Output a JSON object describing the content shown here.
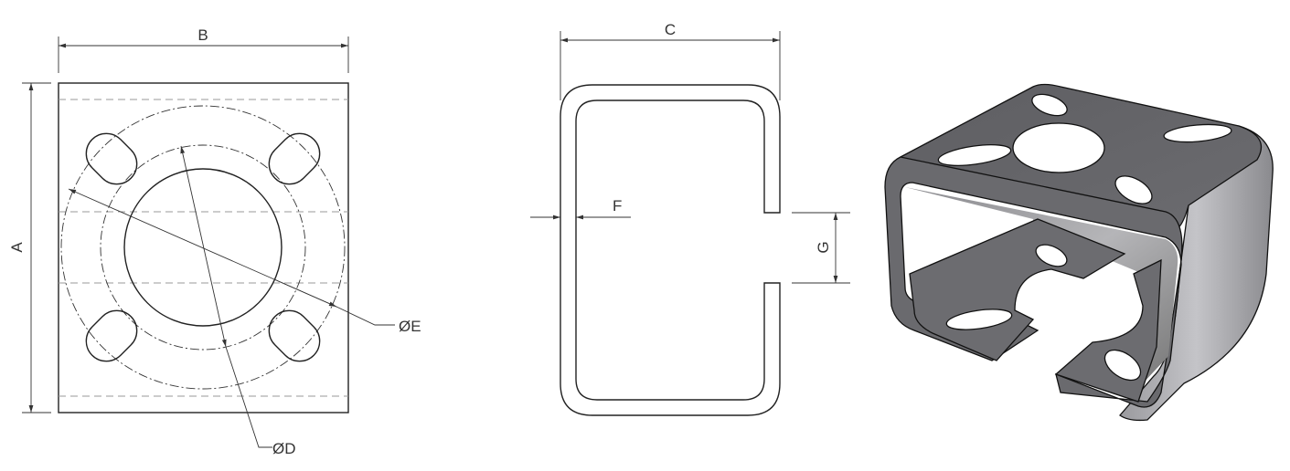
{
  "labels": {
    "A": "A",
    "B": "B",
    "C": "C",
    "D": "ØD",
    "E": "ØE",
    "F": "F",
    "G": "G"
  },
  "colors": {
    "line": "#222222",
    "body": "#6e6e72",
    "highlight": "#b8b8bc"
  }
}
